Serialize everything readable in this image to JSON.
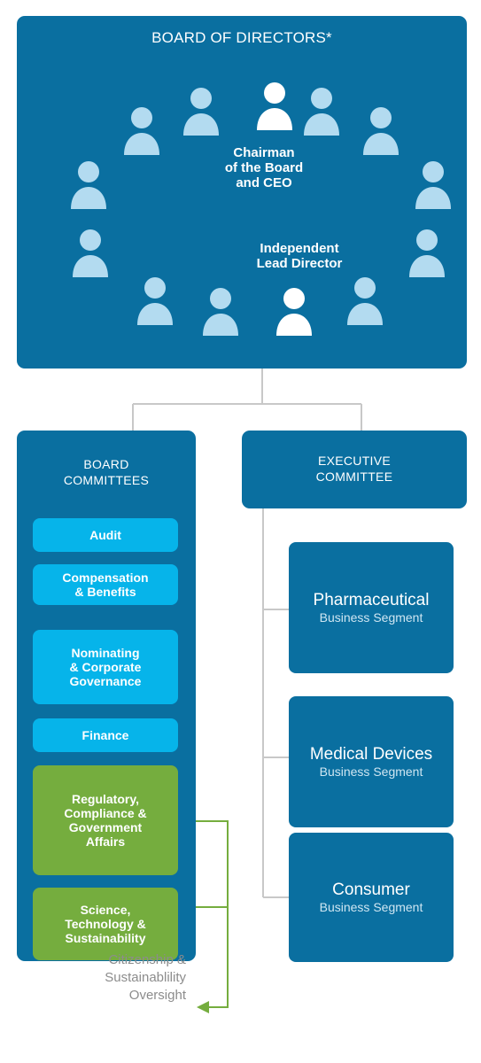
{
  "board": {
    "title": "BOARD OF DIRECTORS*",
    "chairman_label": "Chairman\nof the Board\nand CEO",
    "lead_director_label": "Independent\nLead Director"
  },
  "board_committees": {
    "title": "BOARD\nCOMMITTEES",
    "items": [
      {
        "label": "Audit",
        "color": "#06b4ea"
      },
      {
        "label": "Compensation\n& Benefits",
        "color": "#06b4ea"
      },
      {
        "label": "Nominating\n& Corporate\nGovernance",
        "color": "#06b4ea"
      },
      {
        "label": "Finance",
        "color": "#06b4ea"
      },
      {
        "label": "Regulatory,\nCompliance &\nGovernment\nAffairs",
        "color": "#75ad3e"
      },
      {
        "label": "Science,\nTechnology &\nSustainability",
        "color": "#75ad3e"
      }
    ]
  },
  "executive_committee": {
    "title": "EXECUTIVE\nCOMMITTEE",
    "segments": [
      {
        "name": "Pharmaceutical",
        "sub": "Business Segment"
      },
      {
        "name": "Medical Devices",
        "sub": "Business Segment"
      },
      {
        "name": "Consumer",
        "sub": "Business Segment"
      }
    ]
  },
  "oversight_note": "Citizenship &\nSustainablility\nOversight",
  "colors": {
    "board_blue": "#0a6fa0",
    "committee_blue": "#06b4ea",
    "committee_green": "#75ad3e",
    "person_light": "#b3dbf0",
    "person_highlight": "#ffffff",
    "connector_gray": "#c8c8c8",
    "connector_green": "#75ad3e"
  }
}
